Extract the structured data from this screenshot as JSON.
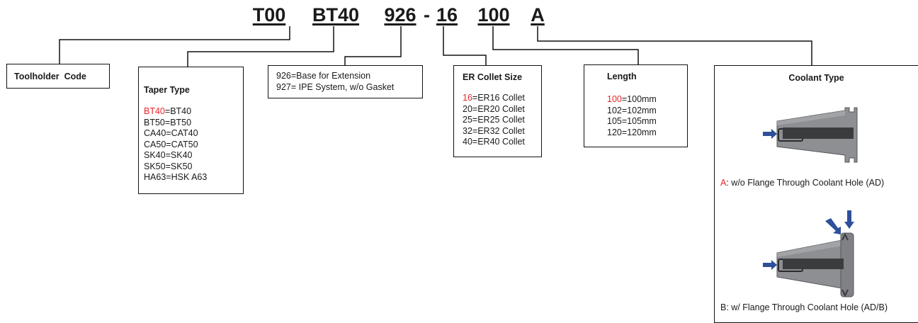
{
  "code": {
    "parts": [
      "T00",
      "BT40",
      "926",
      "16",
      "100",
      "A"
    ],
    "separator": "-"
  },
  "boxes": {
    "toolholder": {
      "title": "Toolholder  Code"
    },
    "taper": {
      "title": "Taper Type",
      "items": [
        {
          "key": "BT40",
          "text": "=BT40",
          "highlight": true
        },
        {
          "key": "BT50",
          "text": "=BT50",
          "highlight": false
        },
        {
          "key": "CA40",
          "text": "=CAT40",
          "highlight": false
        },
        {
          "key": "CA50",
          "text": "=CAT50",
          "highlight": false
        },
        {
          "key": "SK40",
          "text": "=SK40",
          "highlight": false
        },
        {
          "key": "SK50",
          "text": "=SK50",
          "highlight": false
        },
        {
          "key": "HA63",
          "text": "=HSK A63",
          "highlight": false
        }
      ]
    },
    "base": {
      "items": [
        "926=Base for Extension",
        "927= IPE System, w/o Gasket"
      ]
    },
    "collet": {
      "title": "ER Collet Size",
      "items": [
        {
          "key": "16",
          "text": "=ER16 Collet",
          "highlight": true
        },
        {
          "key": "20",
          "text": "=ER20 Collet",
          "highlight": false
        },
        {
          "key": "25",
          "text": "=ER25 Collet",
          "highlight": false
        },
        {
          "key": "32",
          "text": "=ER32 Collet",
          "highlight": false
        },
        {
          "key": "40",
          "text": "=ER40 Collet",
          "highlight": false
        }
      ]
    },
    "length": {
      "title": "Length",
      "items": [
        {
          "key": "100",
          "text": "=100mm",
          "highlight": true
        },
        {
          "key": "102",
          "text": "=102mm",
          "highlight": false
        },
        {
          "key": "105",
          "text": "=105mm",
          "highlight": false
        },
        {
          "key": "120",
          "text": "=120mm",
          "highlight": false
        }
      ]
    },
    "coolant": {
      "title": "Coolant Type",
      "option_a": {
        "key": "A",
        "text": ": w/o Flange  Through Coolant Hole (AD)"
      },
      "option_b": {
        "text": "B: w/ Flange Through Coolant Hole (AD/B)"
      }
    }
  },
  "colors": {
    "highlight": "#e8262a",
    "arrow": "#2e4f9a",
    "body": "#8d8f93",
    "line": "#111111"
  }
}
